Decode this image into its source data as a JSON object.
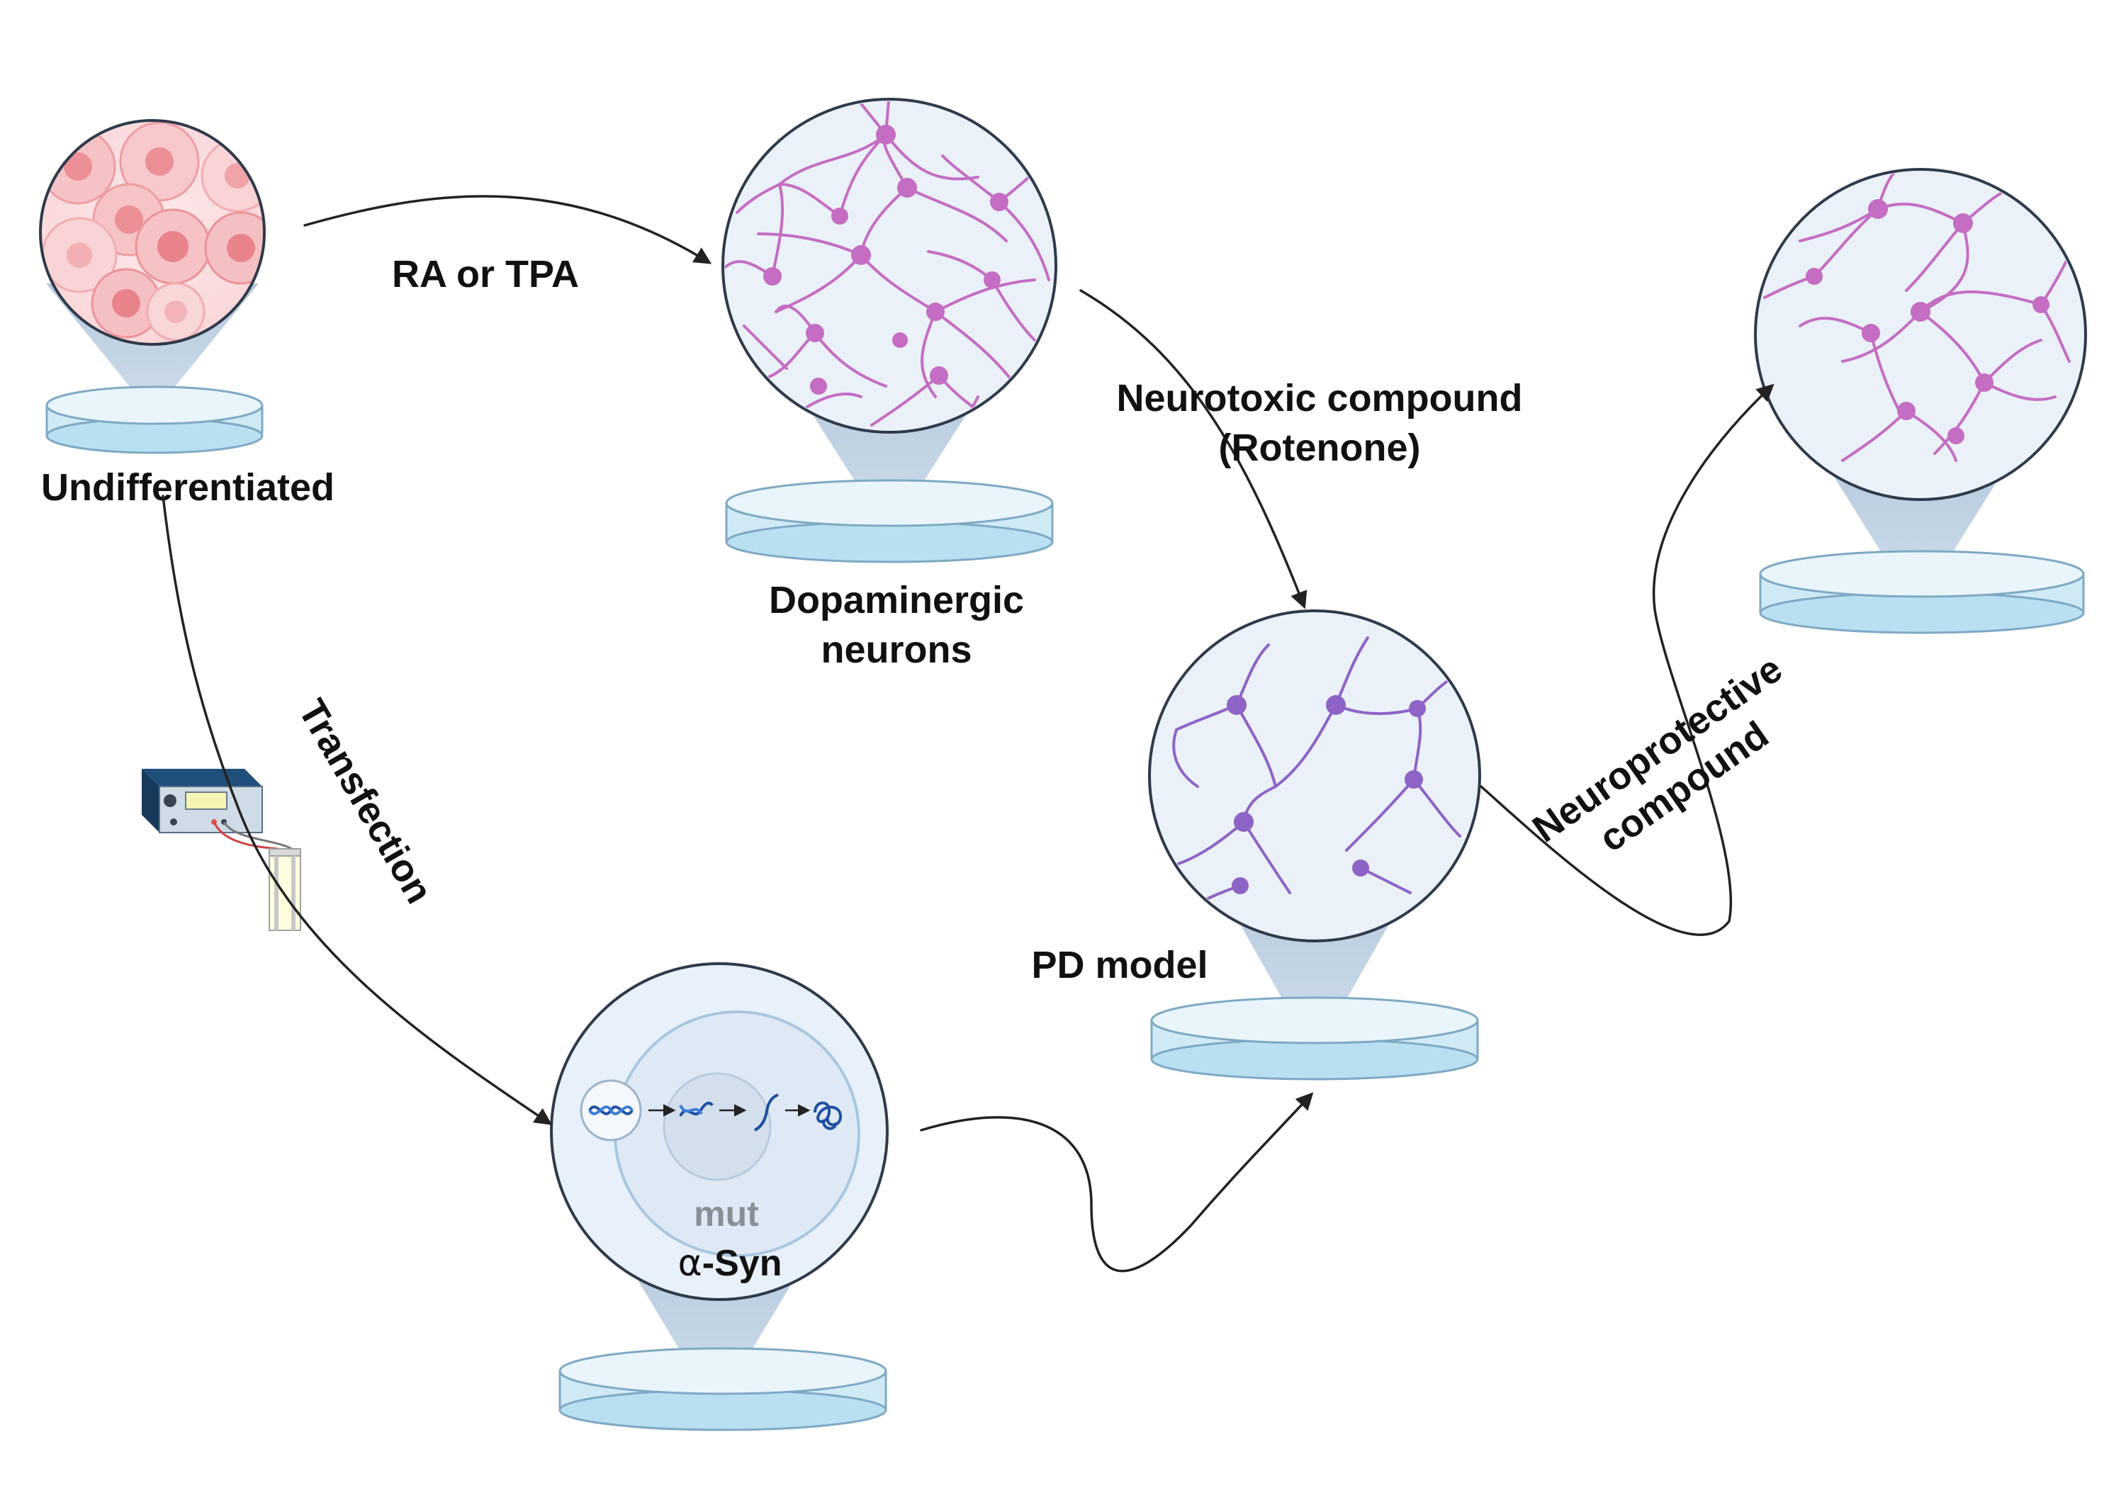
{
  "labels": {
    "undifferentiated": "Undifferentiated",
    "ra_tpa": "RA or TPA",
    "dopaminergic_line1": "Dopaminergic",
    "dopaminergic_line2": "neurons",
    "neurotoxic_line1": "Neurotoxic compound",
    "neurotoxic_line2": "(Rotenone)",
    "transfection": "Transfection",
    "mut": "mut",
    "alpha": "α",
    "syn": "-Syn",
    "pd_model": "PD model",
    "neuroprotective_line1": "Neuroprotective",
    "neuroprotective_line2": "compound"
  },
  "colors": {
    "arrow": "#222222",
    "circle_outline": "#2f3a4a",
    "cell_pink": "#f3a9ad",
    "neuron_pink": "#c46dc2",
    "neuron_purple": "#8e63c6",
    "cone": "#9db6cf",
    "dish_fill": "#cfeaf5",
    "dish_rim": "#e9f5fb",
    "dna_blue": "#1f4fa0"
  },
  "icons": [
    "cell-culture-icon",
    "neuron-network-icon",
    "petri-dish-icon",
    "electroporator-icon",
    "cuvette-icon",
    "dna-icon",
    "mrna-icon",
    "protein-icon"
  ]
}
